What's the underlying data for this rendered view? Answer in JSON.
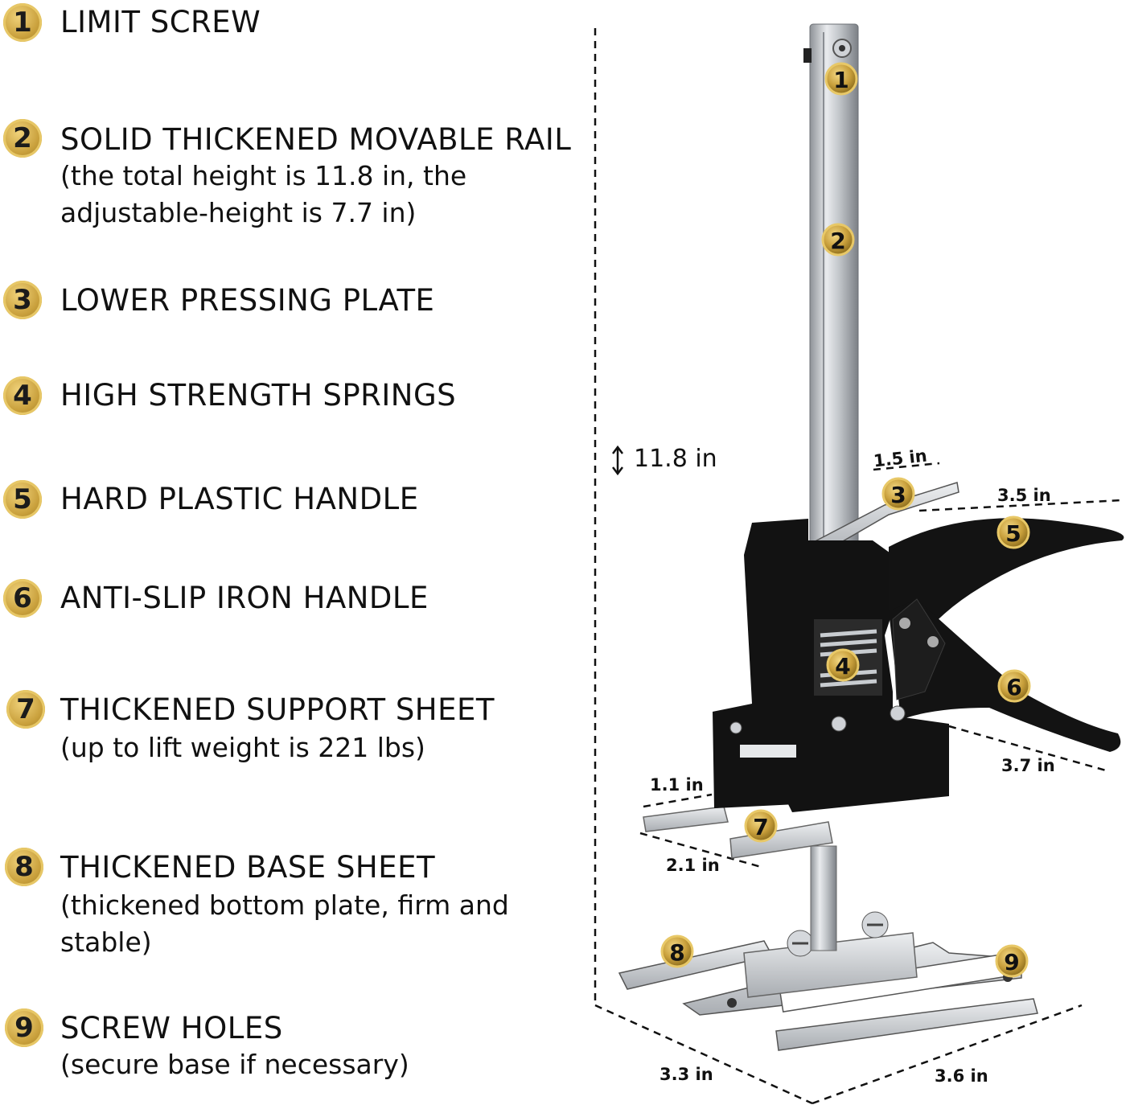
{
  "features": [
    {
      "num": "1",
      "title": "LIMIT SCREW",
      "sub": []
    },
    {
      "num": "2",
      "title": "SOLID THICKENED MOVABLE RAIL",
      "sub": [
        "(the total height is 11.8 in, the",
        " adjustable-height is 7.7 in)"
      ]
    },
    {
      "num": "3",
      "title": "LOWER PRESSING PLATE",
      "sub": []
    },
    {
      "num": "4",
      "title": "HIGH STRENGTH SPRINGS",
      "sub": []
    },
    {
      "num": "5",
      "title": "HARD PLASTIC HANDLE",
      "sub": []
    },
    {
      "num": "6",
      "title": "ANTI-SLIP IRON HANDLE",
      "sub": []
    },
    {
      "num": "7",
      "title": "THICKENED SUPPORT SHEET",
      "sub": [
        "(up to lift weight is 221 lbs)"
      ]
    },
    {
      "num": "8",
      "title": "THICKENED BASE SHEET",
      "sub": [
        "(thickened bottom plate, firm and",
        "  stable)"
      ]
    },
    {
      "num": "9",
      "title": "SCREW HOLES",
      "sub": [
        "(secure base if necessary)"
      ]
    }
  ],
  "dimensions": {
    "height": "11.8 in",
    "plate_width": "1.5 in",
    "handle_top": "3.5 in",
    "handle_bottom": "3.7 in",
    "support_width": "1.1 in",
    "support_length": "2.1 in",
    "base_left": "3.3 in",
    "base_right": "3.6 in"
  },
  "markers": [
    "1",
    "2",
    "3",
    "4",
    "5",
    "6",
    "7",
    "8",
    "9"
  ],
  "colors": {
    "badge": "#c9a03c",
    "tool_body": "#111111",
    "steel": "#c8cbcf"
  }
}
